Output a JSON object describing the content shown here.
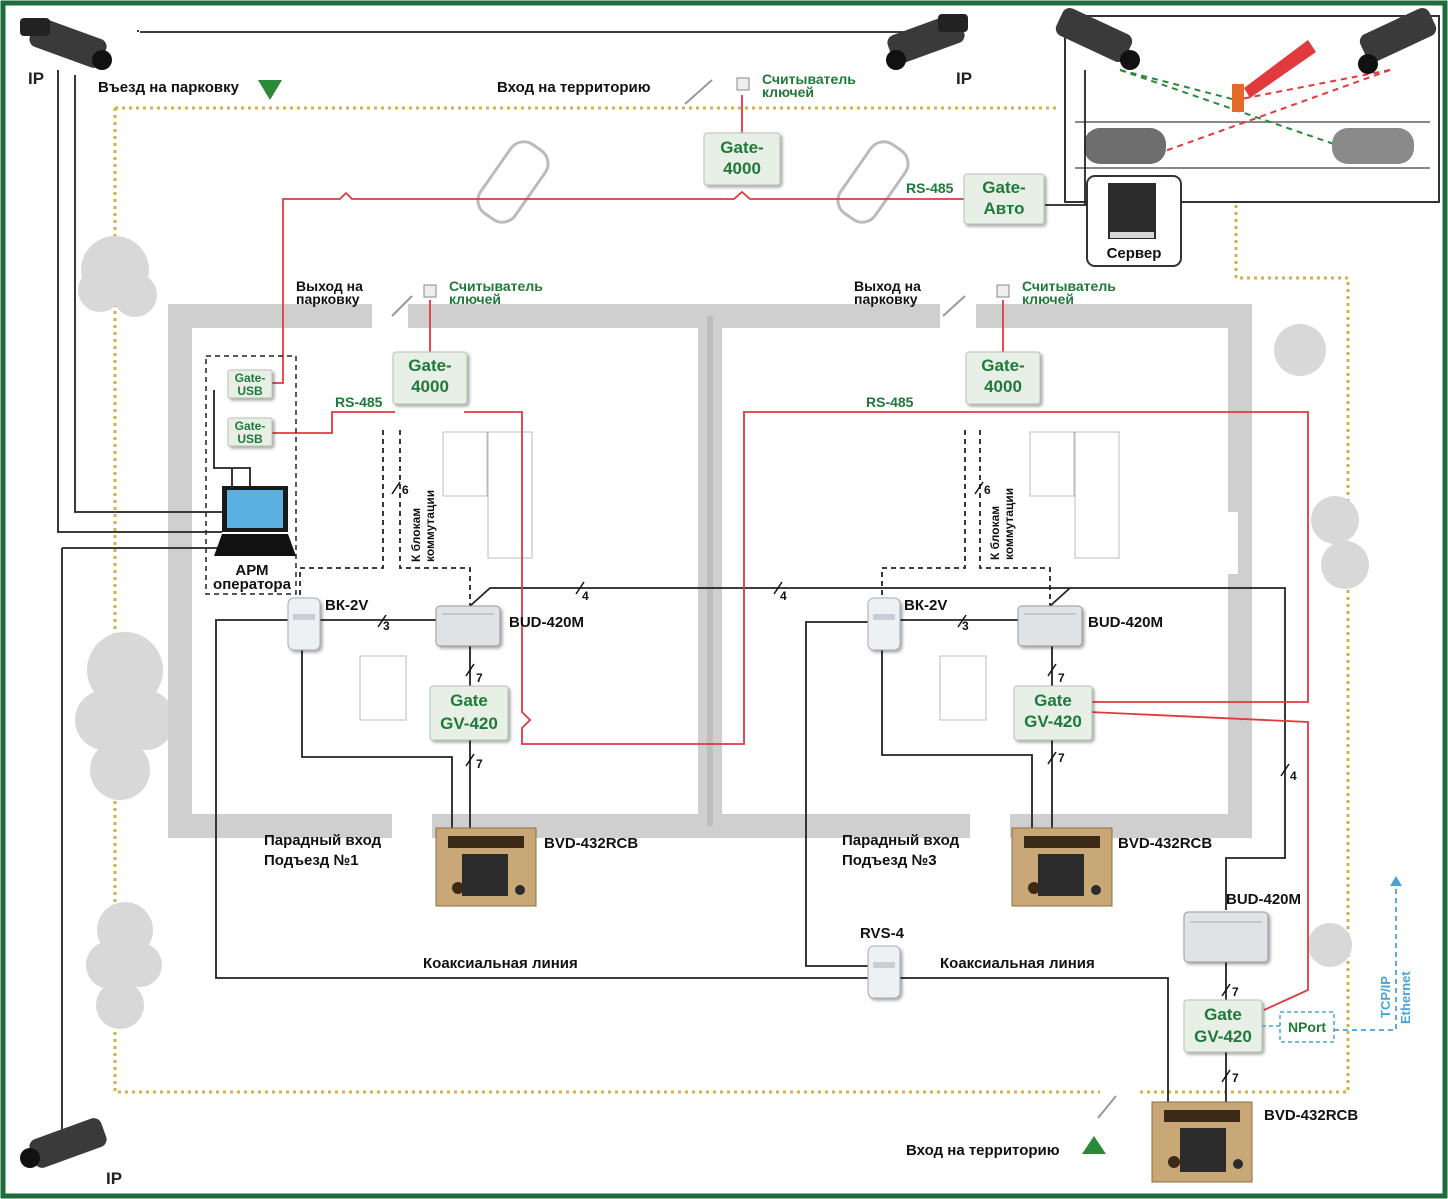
{
  "labels": {
    "ip": "IP",
    "entry_parking": "Въезд на парковку",
    "entry_territory_top": "Вход на территорию",
    "reader": "Считыватель",
    "reader_2": "ключей",
    "gate4000_a": "Gate-",
    "gate4000_b": "4000",
    "gate_avto_a": "Gate-",
    "gate_avto_b": "Авто",
    "rs485": "RS-485",
    "server": "Сервер",
    "exit_parking_a": "Выход на",
    "exit_parking_b": "парковку",
    "gate_usb_a": "Gate-",
    "gate_usb_b": "USB",
    "arm_a": "АРМ",
    "arm_b": "оператора",
    "to_switch_a": "К блокам",
    "to_switch_b": "коммутации",
    "bk2v": "ВК-2V",
    "bud420m": "BUD-420M",
    "gate_gv_a": "Gate",
    "gate_gv_b": "GV-420",
    "bvd": "BVD-432RCB",
    "front_entry": "Парадный вход",
    "entrance1": "Подъезд №1",
    "entrance3": "Подъезд №3",
    "rvs4": "RVS-4",
    "coax": "Коаксиальная линия",
    "entry_territory_bottom": "Вход на территорию",
    "nport": "NPort",
    "tcpip": "TCP/IP",
    "ethernet": "Ethernet",
    "n3": "3",
    "n4": "4",
    "n6": "6",
    "n7": "7"
  },
  "colors": {
    "frame": "#1f6b3a",
    "rs485_line": "#e0393e",
    "signal_line": "#222222",
    "box_fill": "#e8efe6",
    "box_text": "#1f7a3a",
    "fence": "#d4b04a",
    "building": "#cfcfcf",
    "ethernet": "#4aa3d8"
  }
}
